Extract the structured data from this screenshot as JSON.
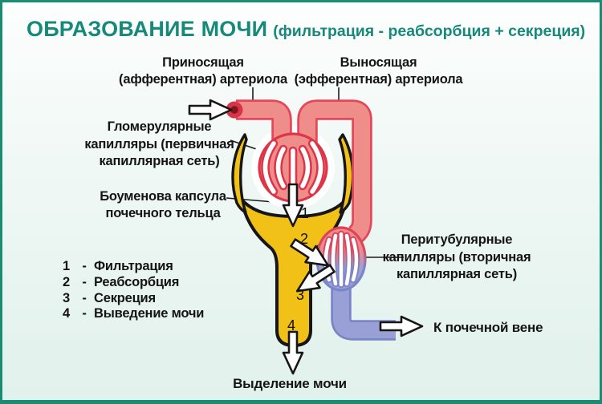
{
  "title": {
    "main": "ОБРАЗОВАНИЕ МОЧИ",
    "subtitle": "(фильтрация - реабсорбция + секреция)"
  },
  "labels": {
    "afferent_arteriole": {
      "line1": "Приносящая",
      "line2": "(афферентная) артериола"
    },
    "efferent_arteriole": {
      "line1": "Выносящая",
      "line2": "(эфферентная) артериола"
    },
    "glomerular_capillaries": {
      "line1": "Гломерулярные",
      "line2": "капилляры (первичная",
      "line3": "капиллярная сеть)"
    },
    "bowman_capsule": {
      "line1": "Боуменова капсула",
      "line2": "почечного тельца"
    },
    "peritubular_capillaries": {
      "line1": "Перитубулярные",
      "line2": "капилляры (вторичная",
      "line3": "капиллярная сеть)"
    },
    "renal_vein": "К почечной вене",
    "urine_excretion": "Выделение мочи"
  },
  "legend": {
    "items": [
      {
        "num": "1",
        "dash": "-",
        "label": "Фильтрация"
      },
      {
        "num": "2",
        "dash": "-",
        "label": "Реабсорбция"
      },
      {
        "num": "3",
        "dash": "-",
        "label": "Секреция"
      },
      {
        "num": "4",
        "dash": "-",
        "label": "Выведение мочи"
      }
    ]
  },
  "markers": {
    "m1": "1",
    "m2": "2",
    "m3": "3",
    "m4": "4"
  },
  "colors": {
    "frame_teal": "#1a8c74",
    "title_teal": "#16897b",
    "artery_pink_fill": "#ef8d8b",
    "artery_red_outline": "#e2485a",
    "glomerulus_outline": "#dd3448",
    "capsule_yellow": "#f2c118",
    "outline_black": "#161616",
    "vein_periwinkle_fill": "#99a0d6",
    "vein_outline": "#7b84c8",
    "background_mint": "#e1f1ec",
    "text_black": "#141414"
  }
}
